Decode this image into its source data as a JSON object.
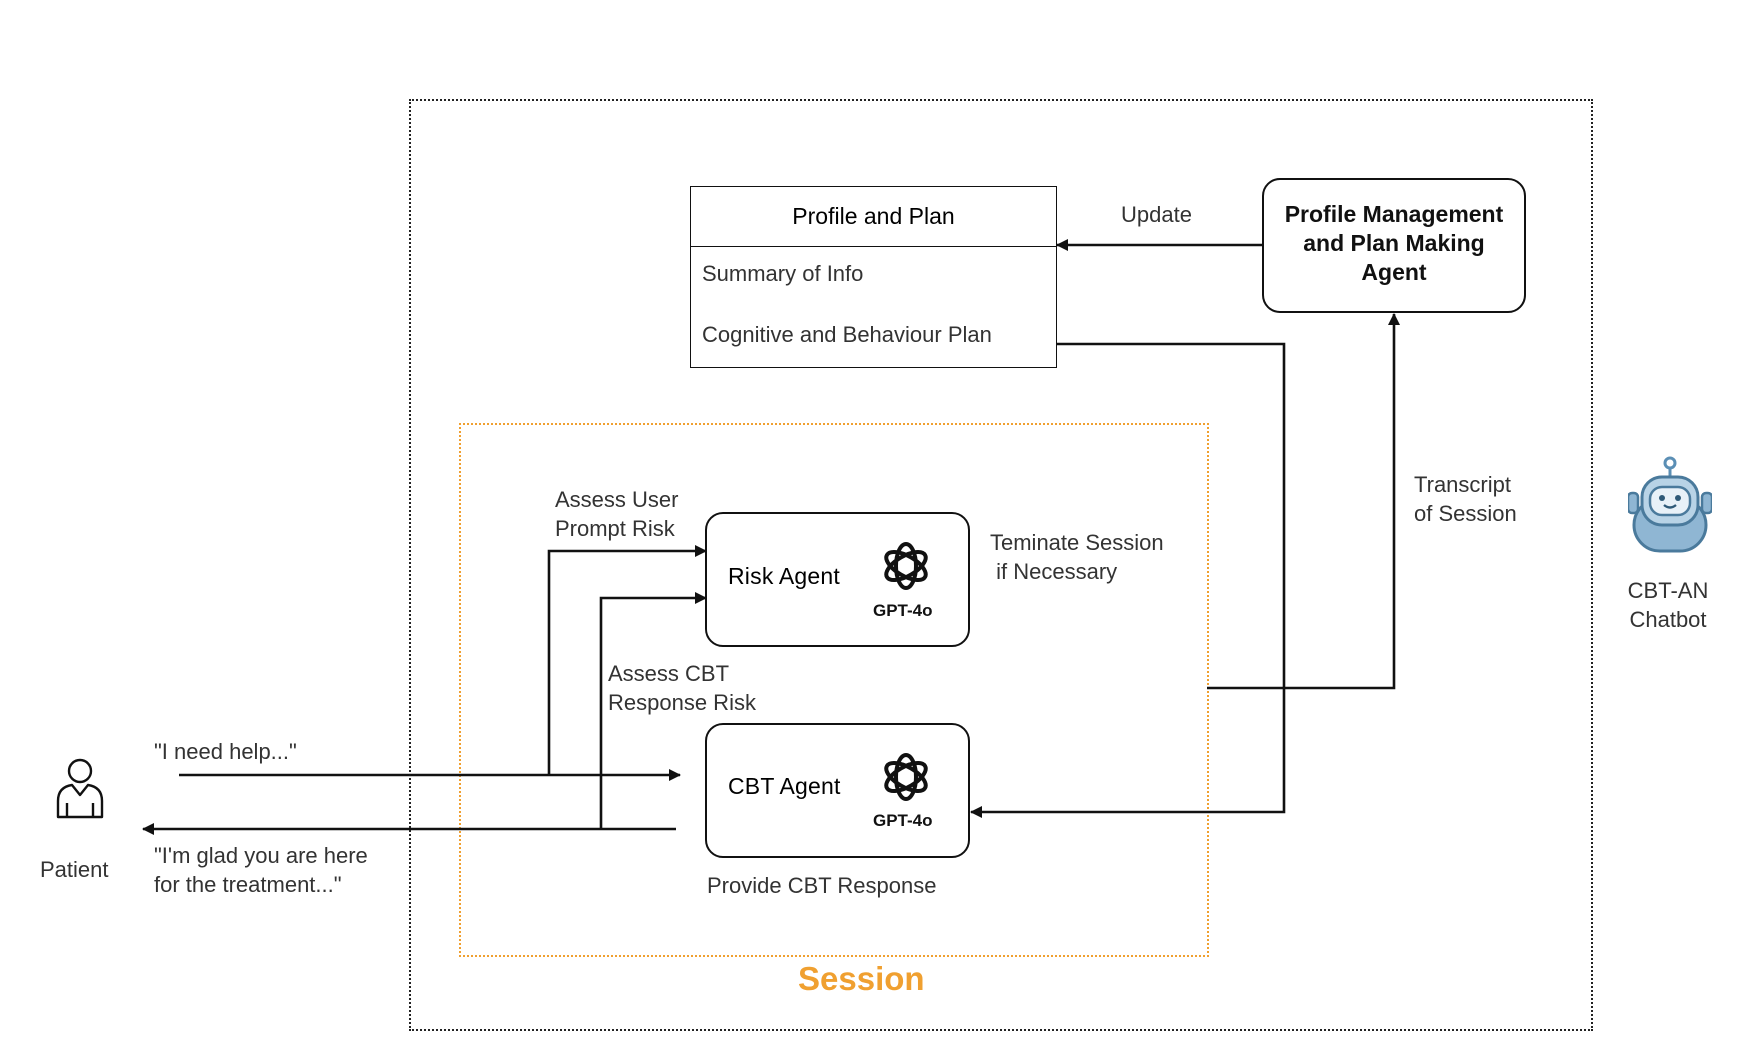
{
  "profile_plan": {
    "title": "Profile and Plan",
    "rows": [
      "Summary of Info",
      "Cognitive and Behaviour Plan"
    ]
  },
  "profile_agent": {
    "label": "Profile Management\nand Plan Making\nAgent"
  },
  "risk_agent": {
    "label": "Risk Agent",
    "model": "GPT-4o"
  },
  "cbt_agent": {
    "label": "CBT Agent",
    "model": "GPT-4o"
  },
  "edges": {
    "update": "Update",
    "transcript": "Transcript\nof Session",
    "assess_prompt": "Assess User\nPrompt Risk",
    "assess_response": "Assess CBT\nResponse Risk",
    "terminate": "Teminate Session\n if Necessary",
    "provide": "Provide CBT Response",
    "user_msg": "\"I need help...\"",
    "bot_msg": "\"I'm glad you are here\nfor the treatment...\""
  },
  "session_label": "Session",
  "patient_label": "Patient",
  "chatbot_label": "CBT-AN\nChatbot",
  "colors": {
    "session": "#F0A030",
    "line": "#111111",
    "robot": "#5B8FB5"
  }
}
